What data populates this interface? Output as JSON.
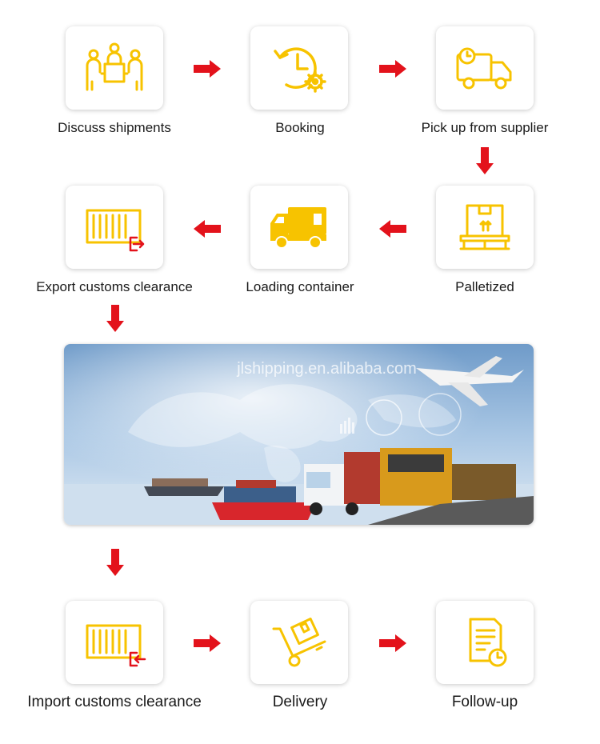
{
  "steps": [
    {
      "label": "Discuss shipments",
      "icon": "meeting-icon"
    },
    {
      "label": "Booking",
      "icon": "clock-gear-icon"
    },
    {
      "label": "Pick up from supplier",
      "icon": "delivery-truck-icon"
    },
    {
      "label": "Palletized",
      "icon": "pallet-box-icon"
    },
    {
      "label": "Loading container",
      "icon": "container-truck-icon"
    },
    {
      "label": "Export customs clearance",
      "icon": "container-export-icon"
    },
    {
      "label": "Import customs clearance",
      "icon": "container-import-icon"
    },
    {
      "label": "Delivery",
      "icon": "hand-trolley-icon"
    },
    {
      "label": "Follow-up",
      "icon": "document-clock-icon"
    }
  ],
  "banner": {
    "watermark": "jlshipping.en.alibaba.com"
  },
  "colors": {
    "icon": "#f7c300",
    "arrow": "#e3121b",
    "text": "#1a1a1a"
  }
}
